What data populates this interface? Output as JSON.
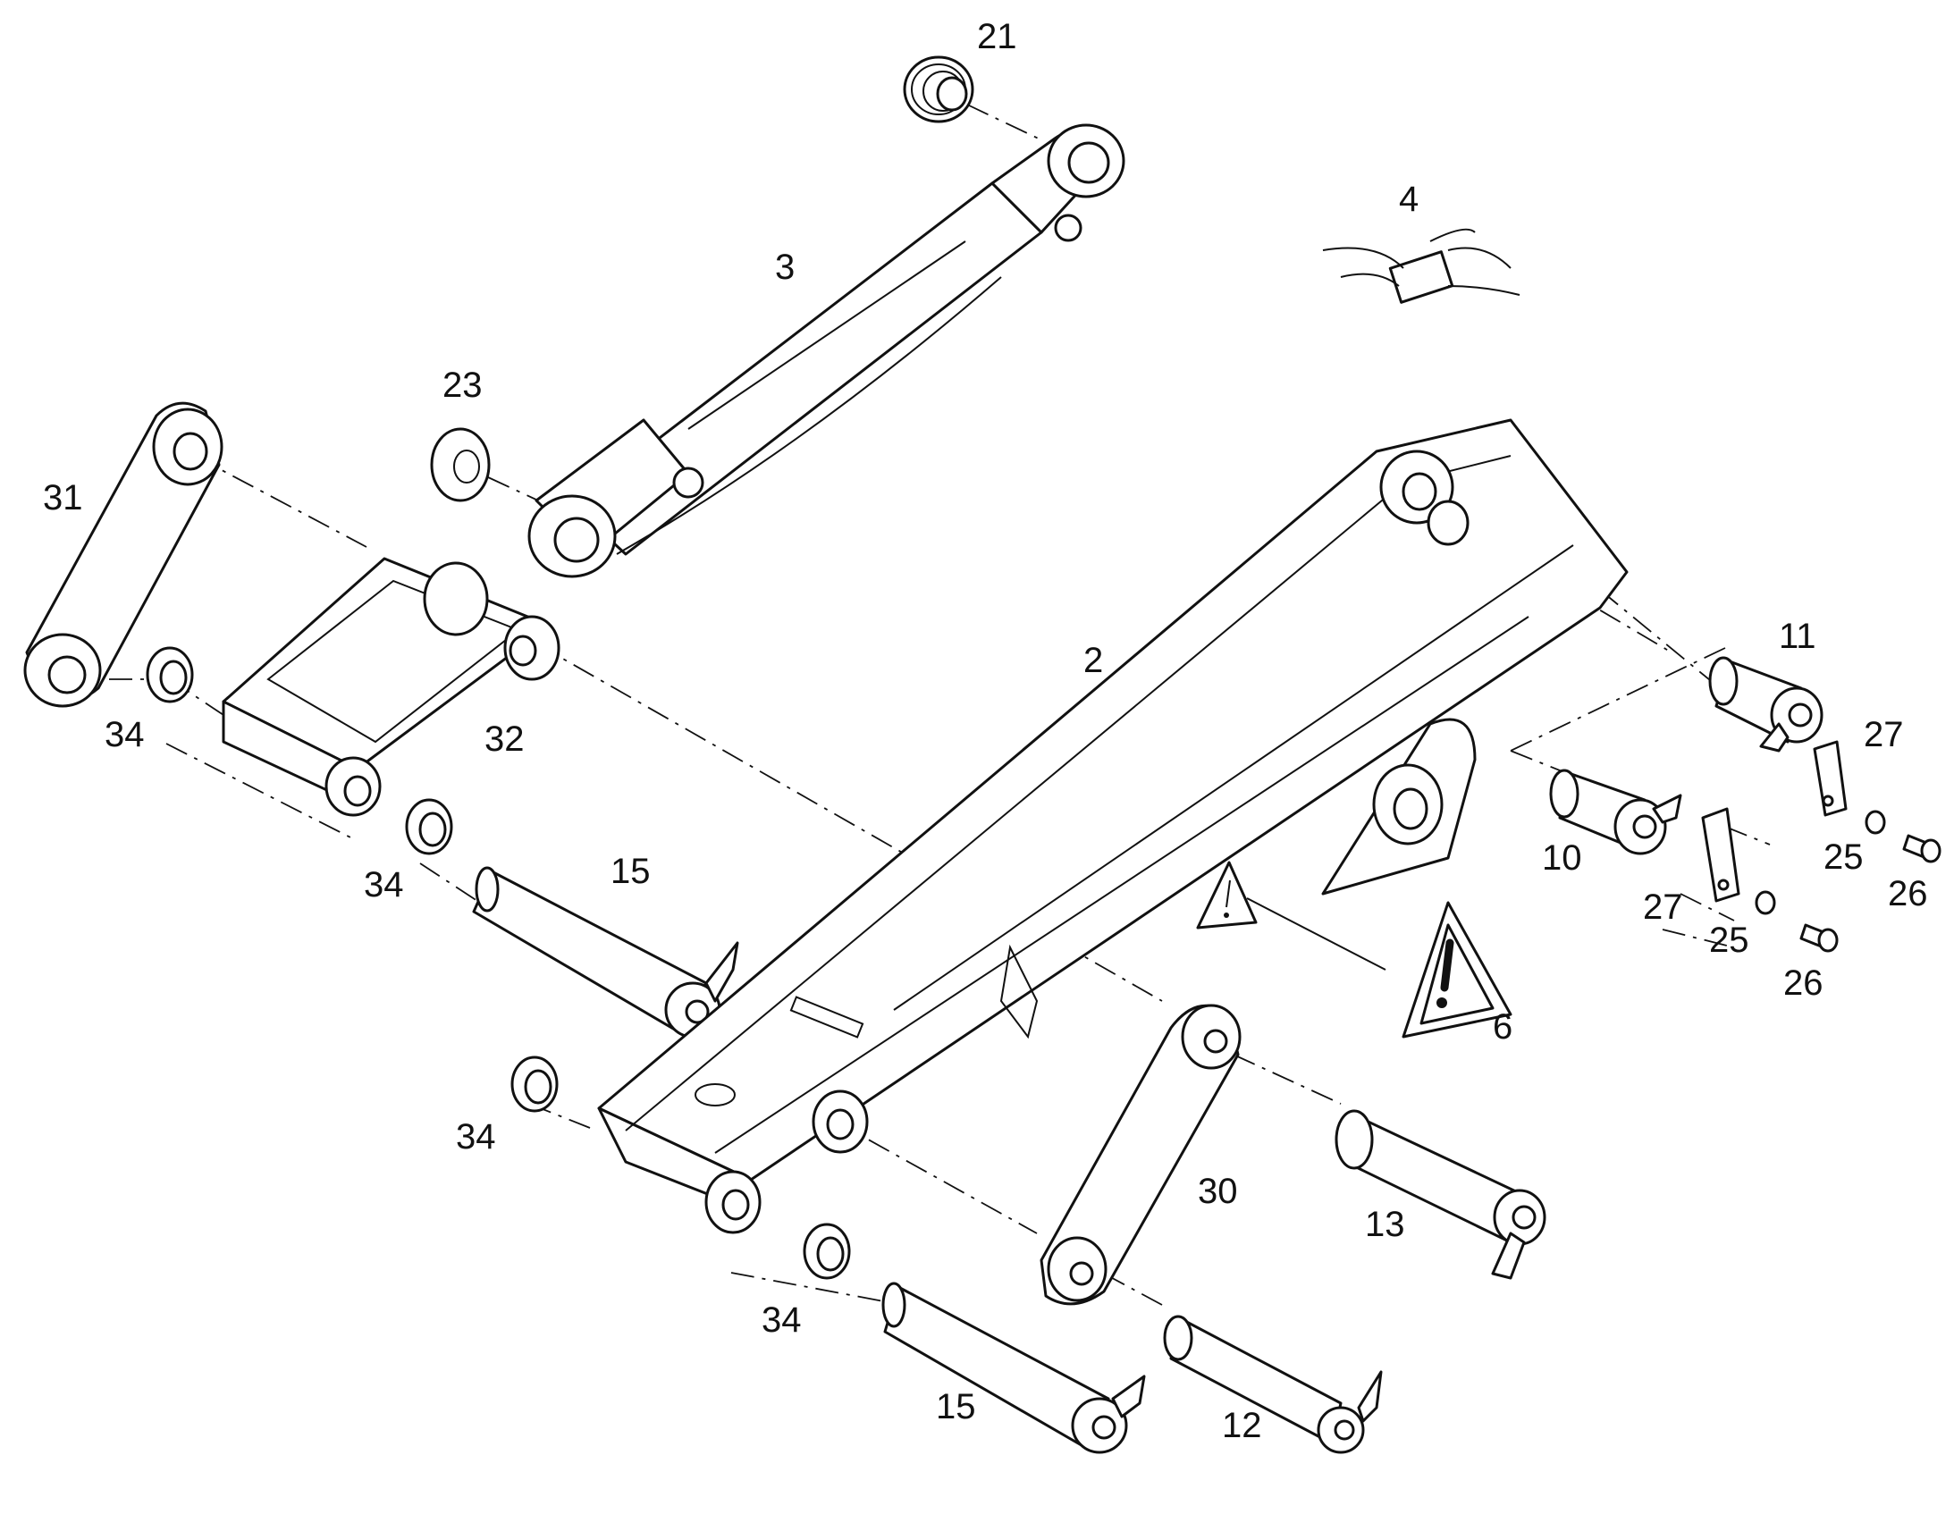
{
  "callouts": [
    {
      "id": "21",
      "label": "21"
    },
    {
      "id": "3",
      "label": "3"
    },
    {
      "id": "4",
      "label": "4"
    },
    {
      "id": "23",
      "label": "23"
    },
    {
      "id": "31",
      "label": "31"
    },
    {
      "id": "2",
      "label": "2"
    },
    {
      "id": "11",
      "label": "11"
    },
    {
      "id": "27a",
      "label": "27"
    },
    {
      "id": "34a",
      "label": "34"
    },
    {
      "id": "32",
      "label": "32"
    },
    {
      "id": "25a",
      "label": "25"
    },
    {
      "id": "26a",
      "label": "26"
    },
    {
      "id": "10",
      "label": "10"
    },
    {
      "id": "34b",
      "label": "34"
    },
    {
      "id": "15a",
      "label": "15"
    },
    {
      "id": "27b",
      "label": "27"
    },
    {
      "id": "25b",
      "label": "25"
    },
    {
      "id": "26b",
      "label": "26"
    },
    {
      "id": "6",
      "label": "6"
    },
    {
      "id": "34c",
      "label": "34"
    },
    {
      "id": "30",
      "label": "30"
    },
    {
      "id": "13",
      "label": "13"
    },
    {
      "id": "34d",
      "label": "34"
    },
    {
      "id": "15b",
      "label": "15"
    },
    {
      "id": "12",
      "label": "12"
    }
  ]
}
